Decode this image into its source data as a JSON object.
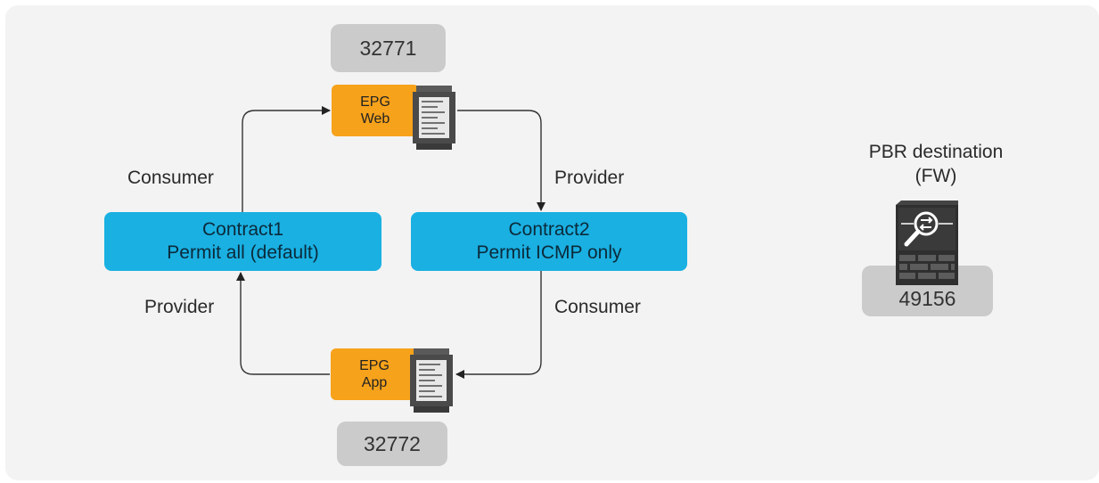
{
  "epg_web": {
    "line1": "EPG",
    "line2": "Web",
    "pctag": "32771"
  },
  "epg_app": {
    "line1": "EPG",
    "line2": "App",
    "pctag": "32772"
  },
  "contract1": {
    "line1": "Contract1",
    "line2": "Permit all (default)"
  },
  "contract2": {
    "line1": "Contract2",
    "line2": "Permit ICMP only"
  },
  "labels": {
    "web_consumer": "Consumer",
    "web_provider": "Provider",
    "app_provider": "Provider",
    "app_consumer": "Consumer"
  },
  "pbr": {
    "title_line1": "PBR destination",
    "title_line2": "(FW)",
    "pctag": "49156"
  },
  "colors": {
    "epg": "#f7a21b",
    "contract": "#1ab0e2",
    "tag": "#cbcbcb",
    "panel": "#f3f3f3"
  },
  "icons": [
    "server-icon",
    "firewall-icon"
  ]
}
